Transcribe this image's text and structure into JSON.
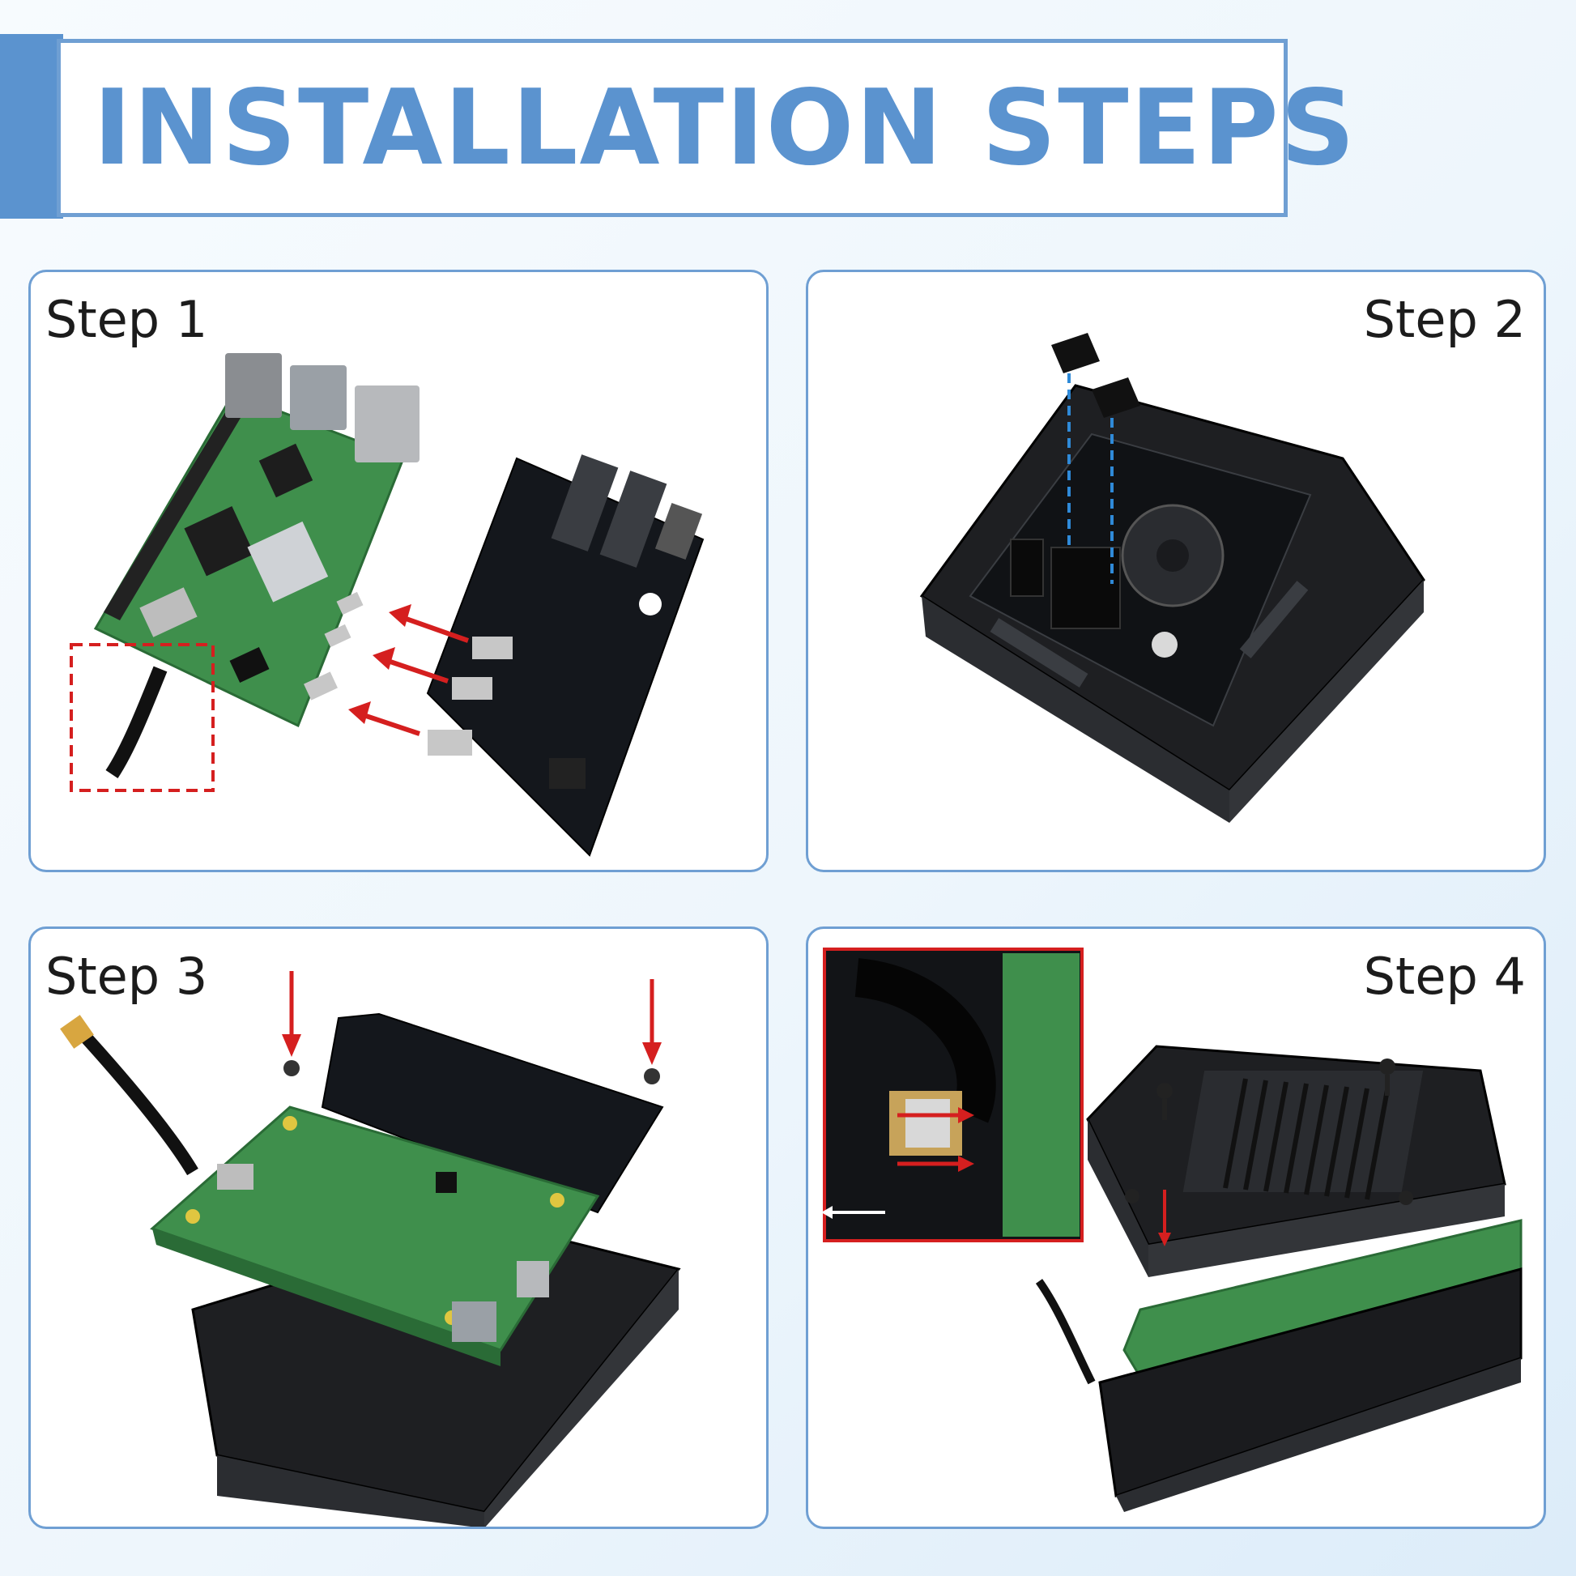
{
  "header": {
    "title": "INSTALLATION STEPS"
  },
  "steps": [
    {
      "label": "Step 1"
    },
    {
      "label": "Step 2"
    },
    {
      "label": "Step 3"
    },
    {
      "label": "Step 4"
    }
  ],
  "colors": {
    "accent": "#5b93cf",
    "border": "#6f9fd3",
    "arrow_red": "#d51f1f",
    "guide_blue": "#2f8ad8",
    "board_green": "#3f8f4c",
    "case_black": "#1e1f22"
  }
}
